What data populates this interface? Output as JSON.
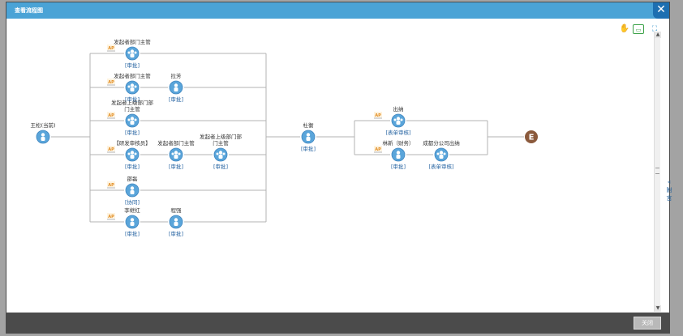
{
  "dialog": {
    "title": "查看流程图",
    "close_label": "关闭",
    "close_icon_glyph": "✕"
  },
  "side_tab": {
    "label": "附\n言",
    "arrow": "«"
  },
  "toolbar": {
    "hand_icon": "hand-icon",
    "view_icon": "window-icon",
    "fit_icon": "fit-screen-icon"
  },
  "colors": {
    "accent": "#4aa3d6",
    "node_fill": "#5aa5da",
    "role_text": "#1f5f9f",
    "line": "#b3b3b3",
    "end_node": "#8b5a3c",
    "badge": "#e08a1f"
  },
  "flow": {
    "start": {
      "name": "王松(当前)"
    },
    "branches": [
      {
        "nodes": [
          {
            "name": "发起者部门主管",
            "role": "[审批]",
            "type": "group"
          }
        ]
      },
      {
        "nodes": [
          {
            "name": "发起者部门主管",
            "role": "[审批]",
            "type": "group"
          },
          {
            "name": "拉芳",
            "role": "[审批]",
            "type": "person"
          }
        ]
      },
      {
        "nodes": [
          {
            "name": "发起者上级部门部门主管",
            "name_lines": [
              "发起者上级部门部",
              "门主管"
            ],
            "role": "[审批]",
            "type": "group"
          }
        ]
      },
      {
        "nodes": [
          {
            "name": "【研发审核员】",
            "role": "[审批]",
            "type": "group"
          },
          {
            "name": "发起者部门主管",
            "role": "[审批]",
            "type": "group"
          },
          {
            "name": "发起者上级部门部门主管",
            "name_lines": [
              "发起者上级部门部",
              "门主管"
            ],
            "role": "[审批]",
            "type": "group"
          }
        ]
      },
      {
        "nodes": [
          {
            "name": "邵磊",
            "role": "[协同]",
            "type": "person"
          }
        ]
      },
      {
        "nodes": [
          {
            "name": "李继红",
            "role": "[审批]",
            "type": "person"
          },
          {
            "name": "程强",
            "role": "[审批]",
            "type": "person"
          }
        ]
      }
    ],
    "merge": {
      "name": "杜衡",
      "role": "[审批]"
    },
    "sub_branches": [
      {
        "nodes": [
          {
            "name": "出纳",
            "role": "[表单审核]",
            "type": "group"
          }
        ]
      },
      {
        "nodes": [
          {
            "name": "林新（财务）",
            "role": "[审批]",
            "type": "person"
          },
          {
            "name": "成都分公司出纳",
            "role": "[表单审核]",
            "type": "group"
          }
        ]
      }
    ],
    "end": {
      "label": "E"
    },
    "badge_label": "AP"
  }
}
